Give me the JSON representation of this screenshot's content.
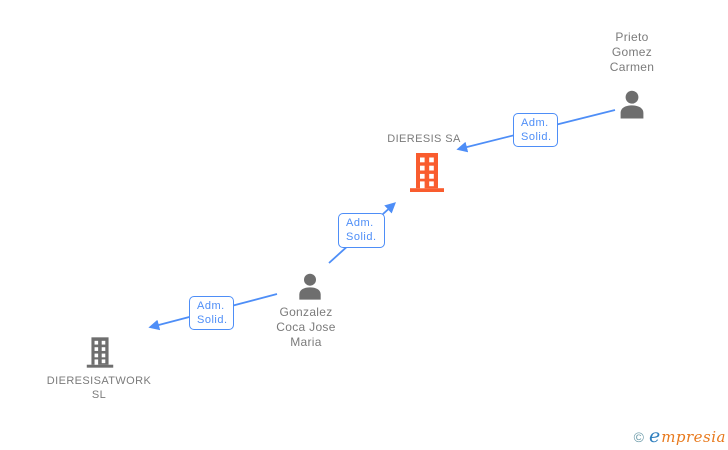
{
  "diagram": {
    "colors": {
      "edge_blue": "#4e8ef7",
      "icon_gray": "#6e6e6e",
      "label_gray": "#7b7b7b",
      "company_highlight_orange": "#f95c2e",
      "window_white": "#ffffff"
    },
    "nodes": [
      {
        "id": "prieto-gomez-carmen",
        "type": "person",
        "label": "Prieto\nGomez\nCarmen"
      },
      {
        "id": "dieresis-sa",
        "type": "company",
        "label": "DIERESIS SA",
        "highlighted": true
      },
      {
        "id": "gonzalez-coca-jose-maria",
        "type": "person",
        "label": "Gonzalez\nCoca Jose\nMaria"
      },
      {
        "id": "dieresisatwork-sl",
        "type": "company",
        "label": "DIERESISATWORK\nSL"
      }
    ],
    "edges": [
      {
        "from": "prieto-gomez-carmen",
        "to": "dieresis-sa",
        "label": "Adm.\nSolid."
      },
      {
        "from": "gonzalez-coca-jose-maria",
        "to": "dieresis-sa",
        "label": "Adm.\nSolid."
      },
      {
        "from": "gonzalez-coca-jose-maria",
        "to": "dieresisatwork-sl",
        "label": "Adm.\nSolid."
      }
    ]
  },
  "footer": {
    "copyright_symbol": "©",
    "brand_initial": "e",
    "brand_rest": "mpresia"
  }
}
